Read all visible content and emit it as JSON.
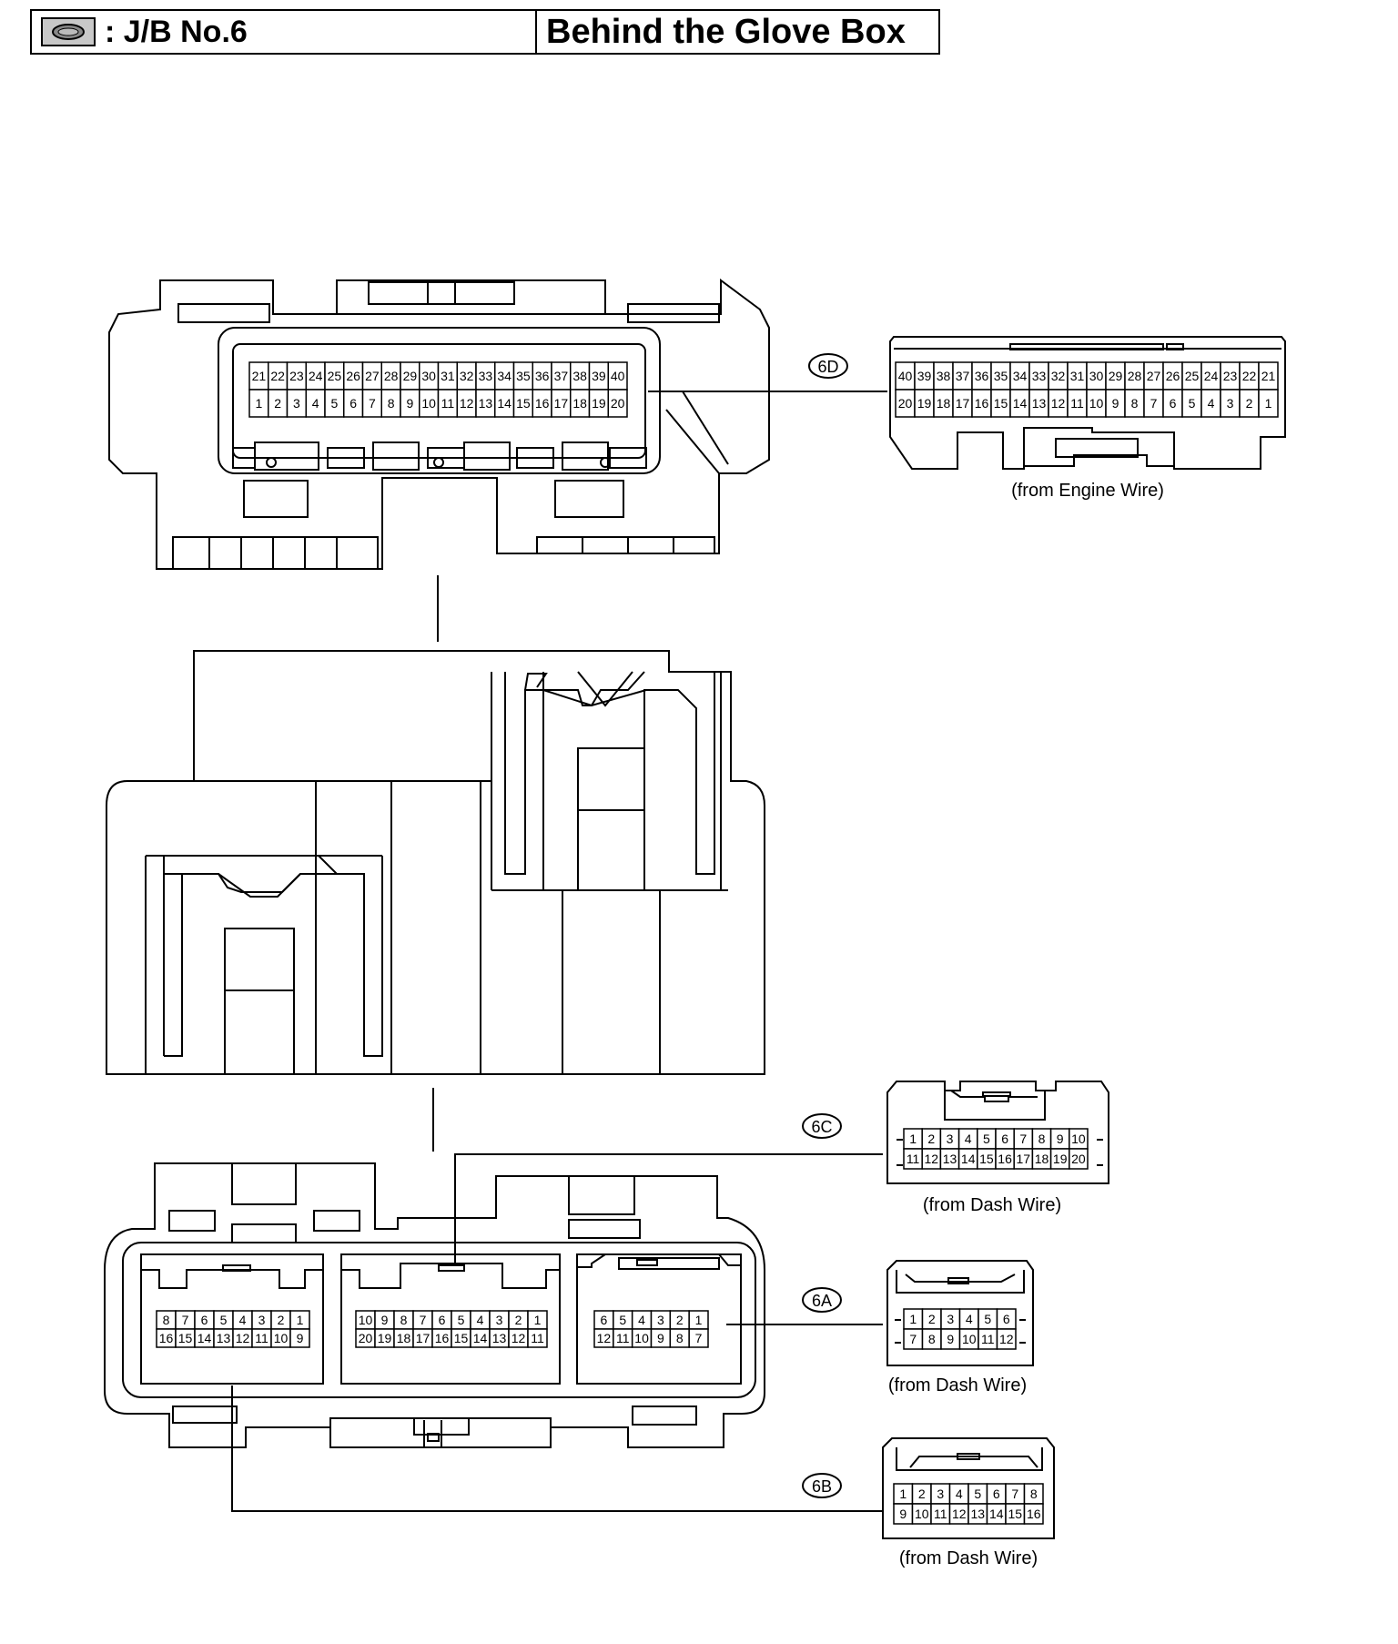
{
  "header": {
    "jb_label": ": J/B No.6",
    "location": "Behind the Glove Box",
    "icon": "junction-block-icon"
  },
  "connectors": [
    {
      "code": "6D",
      "source": "(from Engine Wire)",
      "jb_face_top": [
        "21",
        "22",
        "23",
        "24",
        "25",
        "26",
        "27",
        "28",
        "29",
        "30",
        "31",
        "32",
        "33",
        "34",
        "35",
        "36",
        "37",
        "38",
        "39",
        "40"
      ],
      "jb_face_bottom": [
        "1",
        "2",
        "3",
        "4",
        "5",
        "6",
        "7",
        "8",
        "9",
        "10",
        "11",
        "12",
        "13",
        "14",
        "15",
        "16",
        "17",
        "18",
        "19",
        "20"
      ],
      "plug_top": [
        "40",
        "39",
        "38",
        "37",
        "36",
        "35",
        "34",
        "33",
        "32",
        "31",
        "30",
        "29",
        "28",
        "27",
        "26",
        "25",
        "24",
        "23",
        "22",
        "21"
      ],
      "plug_bottom": [
        "20",
        "19",
        "18",
        "17",
        "16",
        "15",
        "14",
        "13",
        "12",
        "11",
        "10",
        "9",
        "8",
        "7",
        "6",
        "5",
        "4",
        "3",
        "2",
        "1"
      ]
    },
    {
      "code": "6C",
      "source": "(from Dash Wire)",
      "jb_face_top": [
        "10",
        "9",
        "8",
        "7",
        "6",
        "5",
        "4",
        "3",
        "2",
        "1"
      ],
      "jb_face_bottom": [
        "20",
        "19",
        "18",
        "17",
        "16",
        "15",
        "14",
        "13",
        "12",
        "11"
      ],
      "plug_top": [
        "1",
        "2",
        "3",
        "4",
        "5",
        "6",
        "7",
        "8",
        "9",
        "10"
      ],
      "plug_bottom": [
        "11",
        "12",
        "13",
        "14",
        "15",
        "16",
        "17",
        "18",
        "19",
        "20"
      ]
    },
    {
      "code": "6A",
      "source": "(from Dash Wire)",
      "jb_face_top": [
        "6",
        "5",
        "4",
        "3",
        "2",
        "1"
      ],
      "jb_face_bottom": [
        "12",
        "11",
        "10",
        "9",
        "8",
        "7"
      ],
      "plug_top": [
        "1",
        "2",
        "3",
        "4",
        "5",
        "6"
      ],
      "plug_bottom": [
        "7",
        "8",
        "9",
        "10",
        "11",
        "12"
      ]
    },
    {
      "code": "6B",
      "source": "(from Dash Wire)",
      "jb_face_top": [
        "8",
        "7",
        "6",
        "5",
        "4",
        "3",
        "2",
        "1"
      ],
      "jb_face_bottom": [
        "16",
        "15",
        "14",
        "13",
        "12",
        "11",
        "10",
        "9"
      ],
      "plug_top": [
        "1",
        "2",
        "3",
        "4",
        "5",
        "6",
        "7",
        "8"
      ],
      "plug_bottom": [
        "9",
        "10",
        "11",
        "12",
        "13",
        "14",
        "15",
        "16"
      ]
    }
  ]
}
